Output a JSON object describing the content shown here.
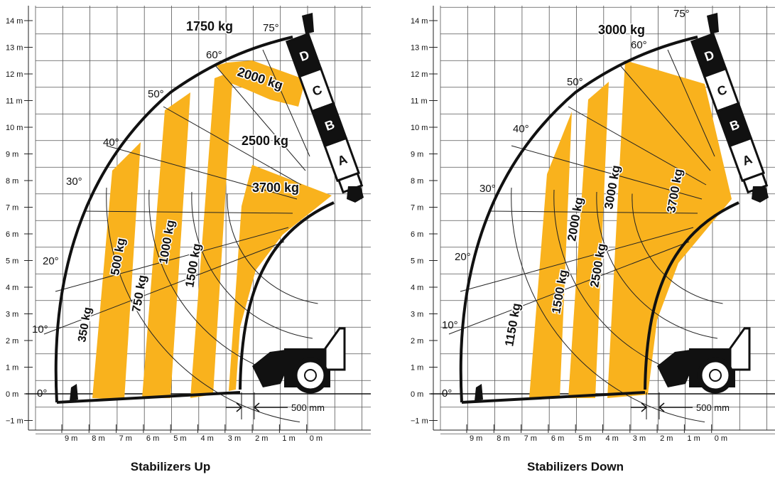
{
  "colors": {
    "load_zone": "#f9b21d",
    "boom_dark": "#111111",
    "grid": "#555555",
    "background": "#ffffff"
  },
  "panels": [
    {
      "id": "up",
      "caption": "Stabilizers Up",
      "y_ticks": [
        "14 m",
        "13 m",
        "12 m",
        "11 m",
        "10 m",
        "9 m",
        "8 m",
        "7 m",
        "6 m",
        "5 m",
        "4 m",
        "3 m",
        "2 m",
        "1 m",
        "0 m",
        "−1 m"
      ],
      "x_ticks": [
        "9 m",
        "8 m",
        "7 m",
        "6 m",
        "5 m",
        "4 m",
        "3 m",
        "2 m",
        "1 m",
        "0 m"
      ],
      "angles": [
        "0°",
        "10°",
        "20°",
        "30°",
        "40°",
        "50°",
        "60°",
        "75°"
      ],
      "boom_sections": [
        "D",
        "C",
        "B",
        "A"
      ],
      "dimension_label": "500 mm",
      "load_labels": [
        "1750 kg",
        "2000 kg",
        "2500 kg",
        "3700 kg",
        "1500 kg",
        "1000 kg",
        "750 kg",
        "500 kg",
        "350 kg"
      ]
    },
    {
      "id": "down",
      "caption": "Stabilizers Down",
      "y_ticks": [
        "14 m",
        "13 m",
        "12 m",
        "11 m",
        "10 m",
        "9 m",
        "8 m",
        "7 m",
        "6 m",
        "5 m",
        "4 m",
        "3 m",
        "2 m",
        "1 m",
        "0 m",
        "−1 m"
      ],
      "x_ticks": [
        "9 m",
        "8 m",
        "7 m",
        "6 m",
        "5 m",
        "4 m",
        "3 m",
        "2 m",
        "1 m",
        "0 m"
      ],
      "angles": [
        "0°",
        "10°",
        "20°",
        "30°",
        "40°",
        "50°",
        "60°",
        "75°"
      ],
      "boom_sections": [
        "D",
        "C",
        "B",
        "A"
      ],
      "dimension_label": "500 mm",
      "load_labels": [
        "3000 kg",
        "3700 kg",
        "3000 kg",
        "2500 kg",
        "2000 kg",
        "1500 kg",
        "1150 kg"
      ]
    }
  ]
}
